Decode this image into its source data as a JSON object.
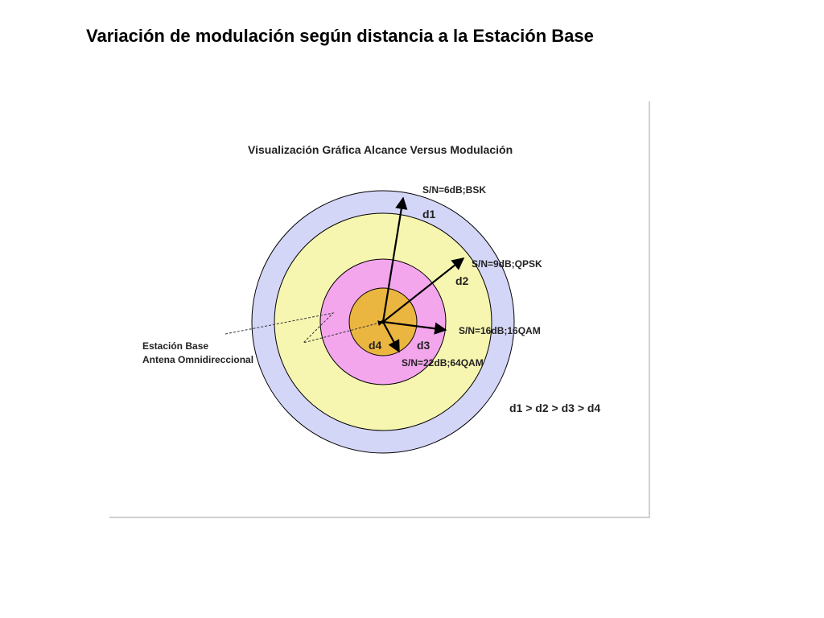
{
  "slide": {
    "title": "Variación de modulación según distancia a la Estación Base"
  },
  "figure": {
    "title": "Visualización Gráfica Alcance Versus Modulación",
    "station_label_line1": "Estación Base",
    "station_label_line2": "Antena Omnidireccional",
    "relation": "d1 > d2 > d3 > d4",
    "colors": {
      "ring_bsk": "#d4d6f8",
      "ring_qpsk": "#f6f6b0",
      "ring_16qam": "#f4a6ec",
      "ring_64qam": "#ebb640",
      "stroke": "#000000"
    },
    "zones": [
      {
        "snr_label": "S/N=6dB;BSK",
        "distance_label": "d1"
      },
      {
        "snr_label": "S/N=9dB;QPSK",
        "distance_label": "d2"
      },
      {
        "snr_label": "S/N=16dB;16QAM",
        "distance_label": "d3"
      },
      {
        "snr_label": "S/N=22dB;64QAM",
        "distance_label": "d4"
      }
    ]
  }
}
